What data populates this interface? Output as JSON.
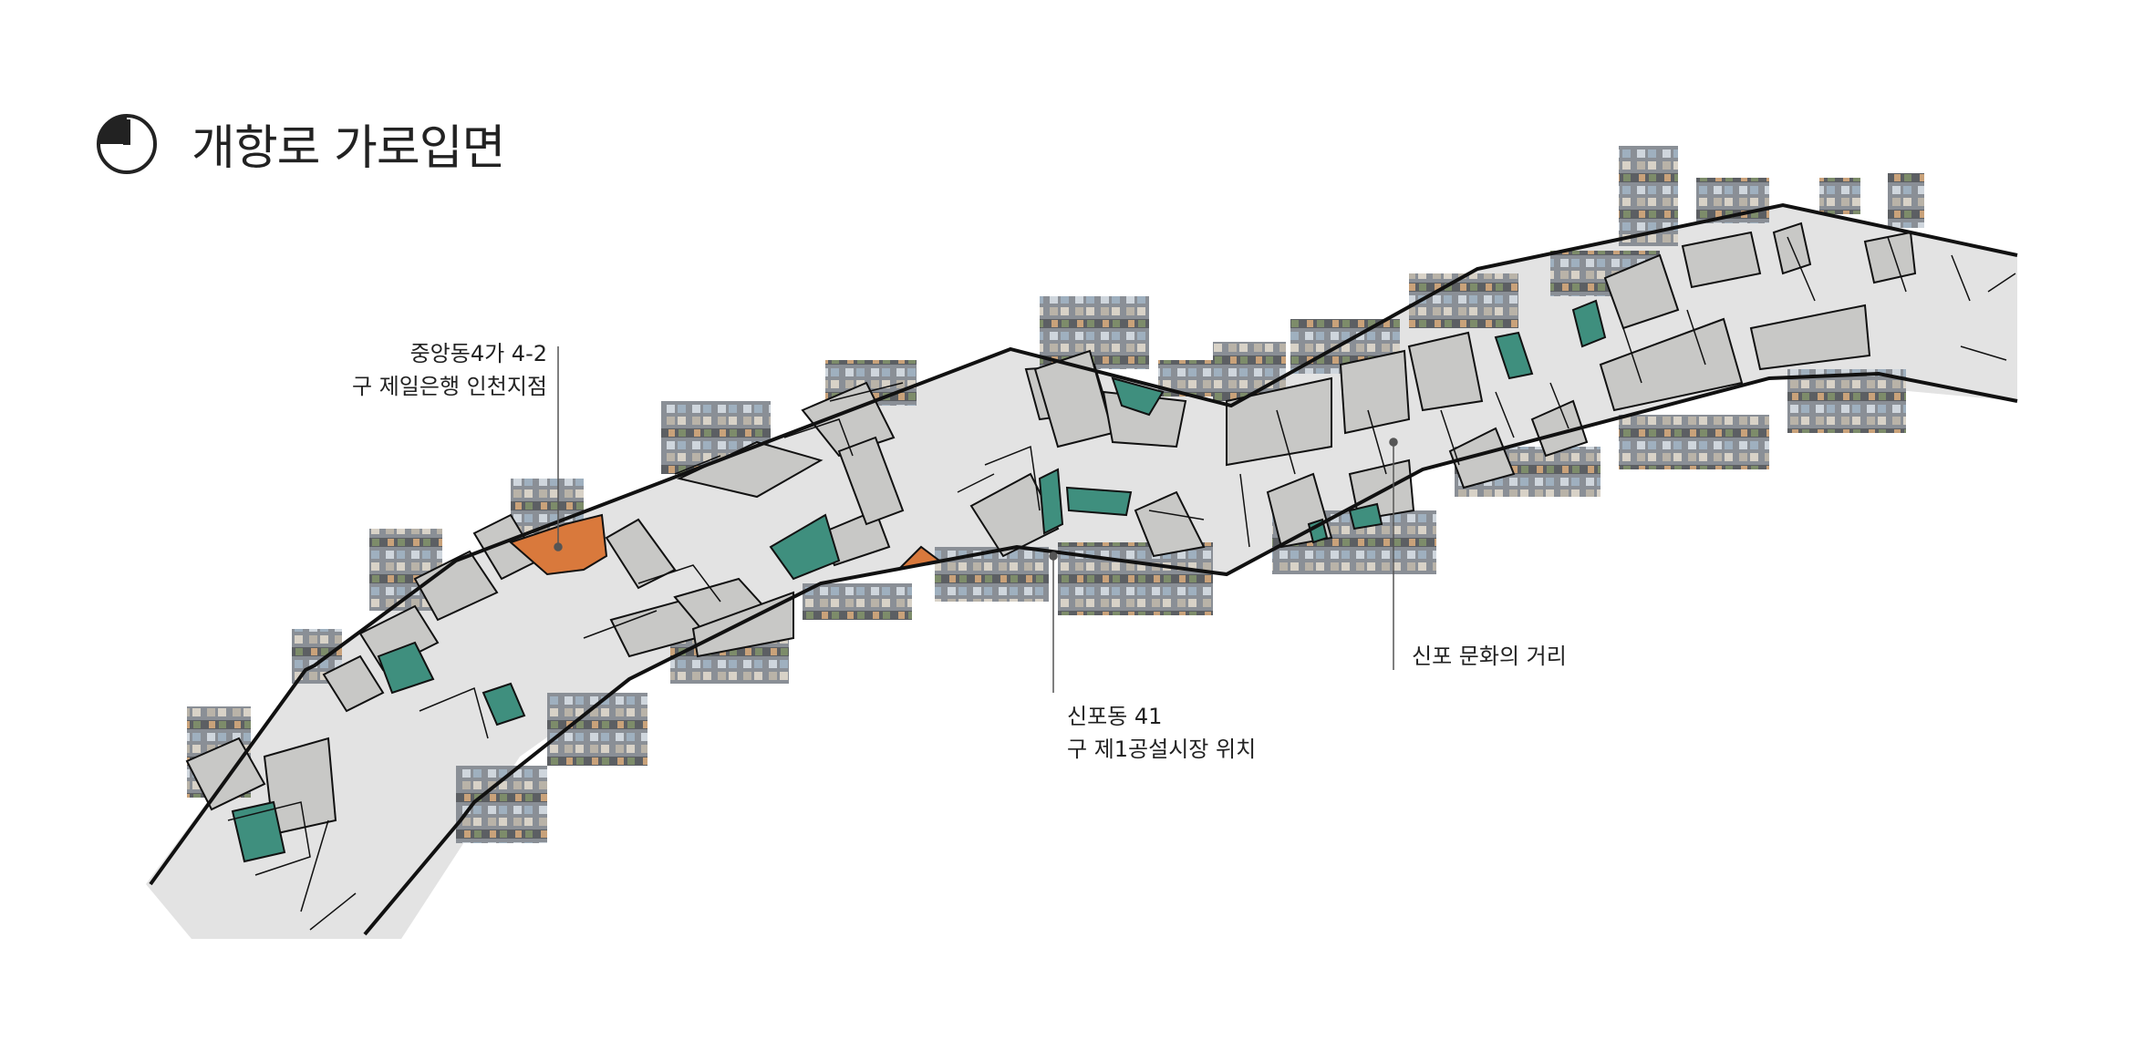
{
  "header": {
    "icon": "half-dial-icon",
    "title": "개항로 가로입면"
  },
  "annotations": {
    "bank": {
      "line1": "중앙동4가 4-2",
      "line2": "구 제일은행 인천지점"
    },
    "market": {
      "line1": "신포동 41",
      "line2": "구 제1공설시장 위치"
    },
    "culture": {
      "line1": "신포 문화의 거리"
    }
  },
  "legend_colors": {
    "street": "#e3e3e3",
    "block": "#c8c8c6",
    "highlight_teal": "#3f8f7e",
    "highlight_orange": "#d9793c",
    "boundary": "#111111"
  }
}
